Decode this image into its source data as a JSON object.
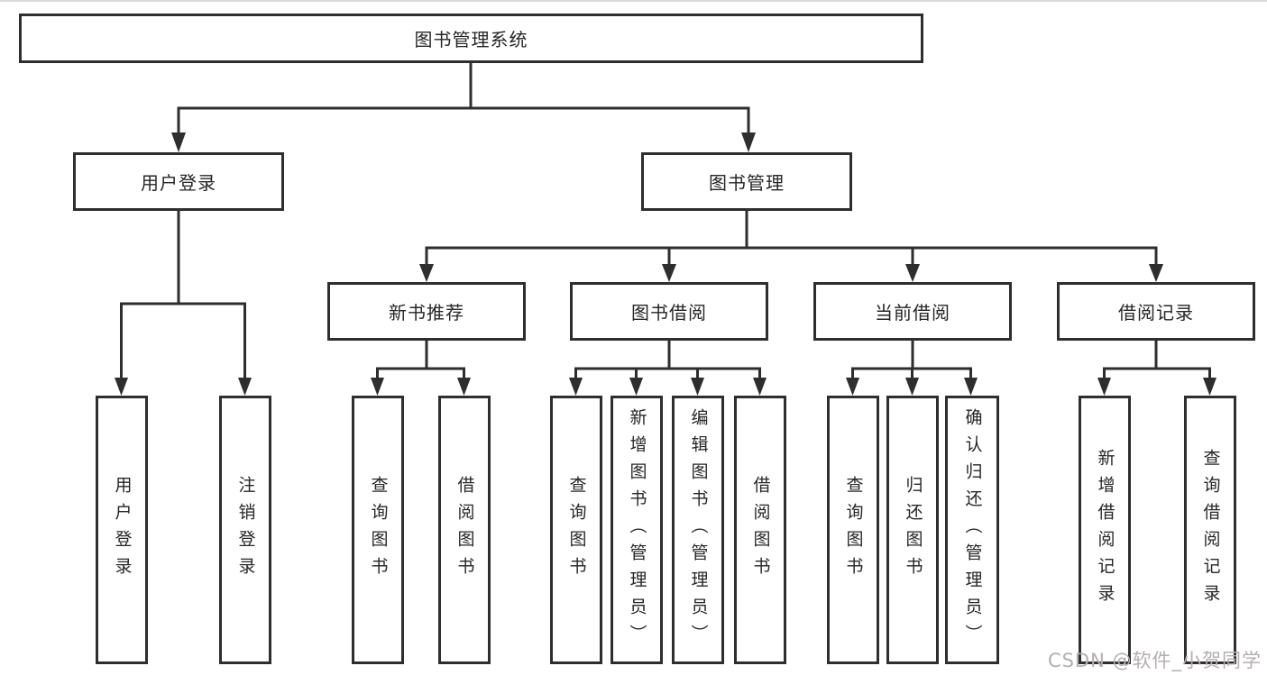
{
  "tree": {
    "label": "图书管理系统",
    "children": [
      {
        "label": "用户登录",
        "children": [
          {
            "label": "用户登录"
          },
          {
            "label": "注销登录"
          }
        ]
      },
      {
        "label": "图书管理",
        "children": [
          {
            "label": "新书推荐",
            "children": [
              {
                "label": "查询图书"
              },
              {
                "label": "借阅图书"
              }
            ]
          },
          {
            "label": "图书借阅",
            "children": [
              {
                "label": "查询图书"
              },
              {
                "label": "新增图书（管理员）"
              },
              {
                "label": "编辑图书（管理员）"
              },
              {
                "label": "借阅图书"
              }
            ]
          },
          {
            "label": "当前借阅",
            "children": [
              {
                "label": "查询图书"
              },
              {
                "label": "归还图书"
              },
              {
                "label": "确认归还（管理员）"
              }
            ]
          },
          {
            "label": "借阅记录",
            "children": [
              {
                "label": "新增借阅记录"
              },
              {
                "label": "查询借阅记录"
              }
            ]
          }
        ]
      }
    ]
  },
  "watermark": {
    "text": "CSDN @软件_小贺同学"
  },
  "colors": {
    "line": "#2e2e2e",
    "box_background": "#ffffff",
    "watermark": "#b3aeb0"
  }
}
